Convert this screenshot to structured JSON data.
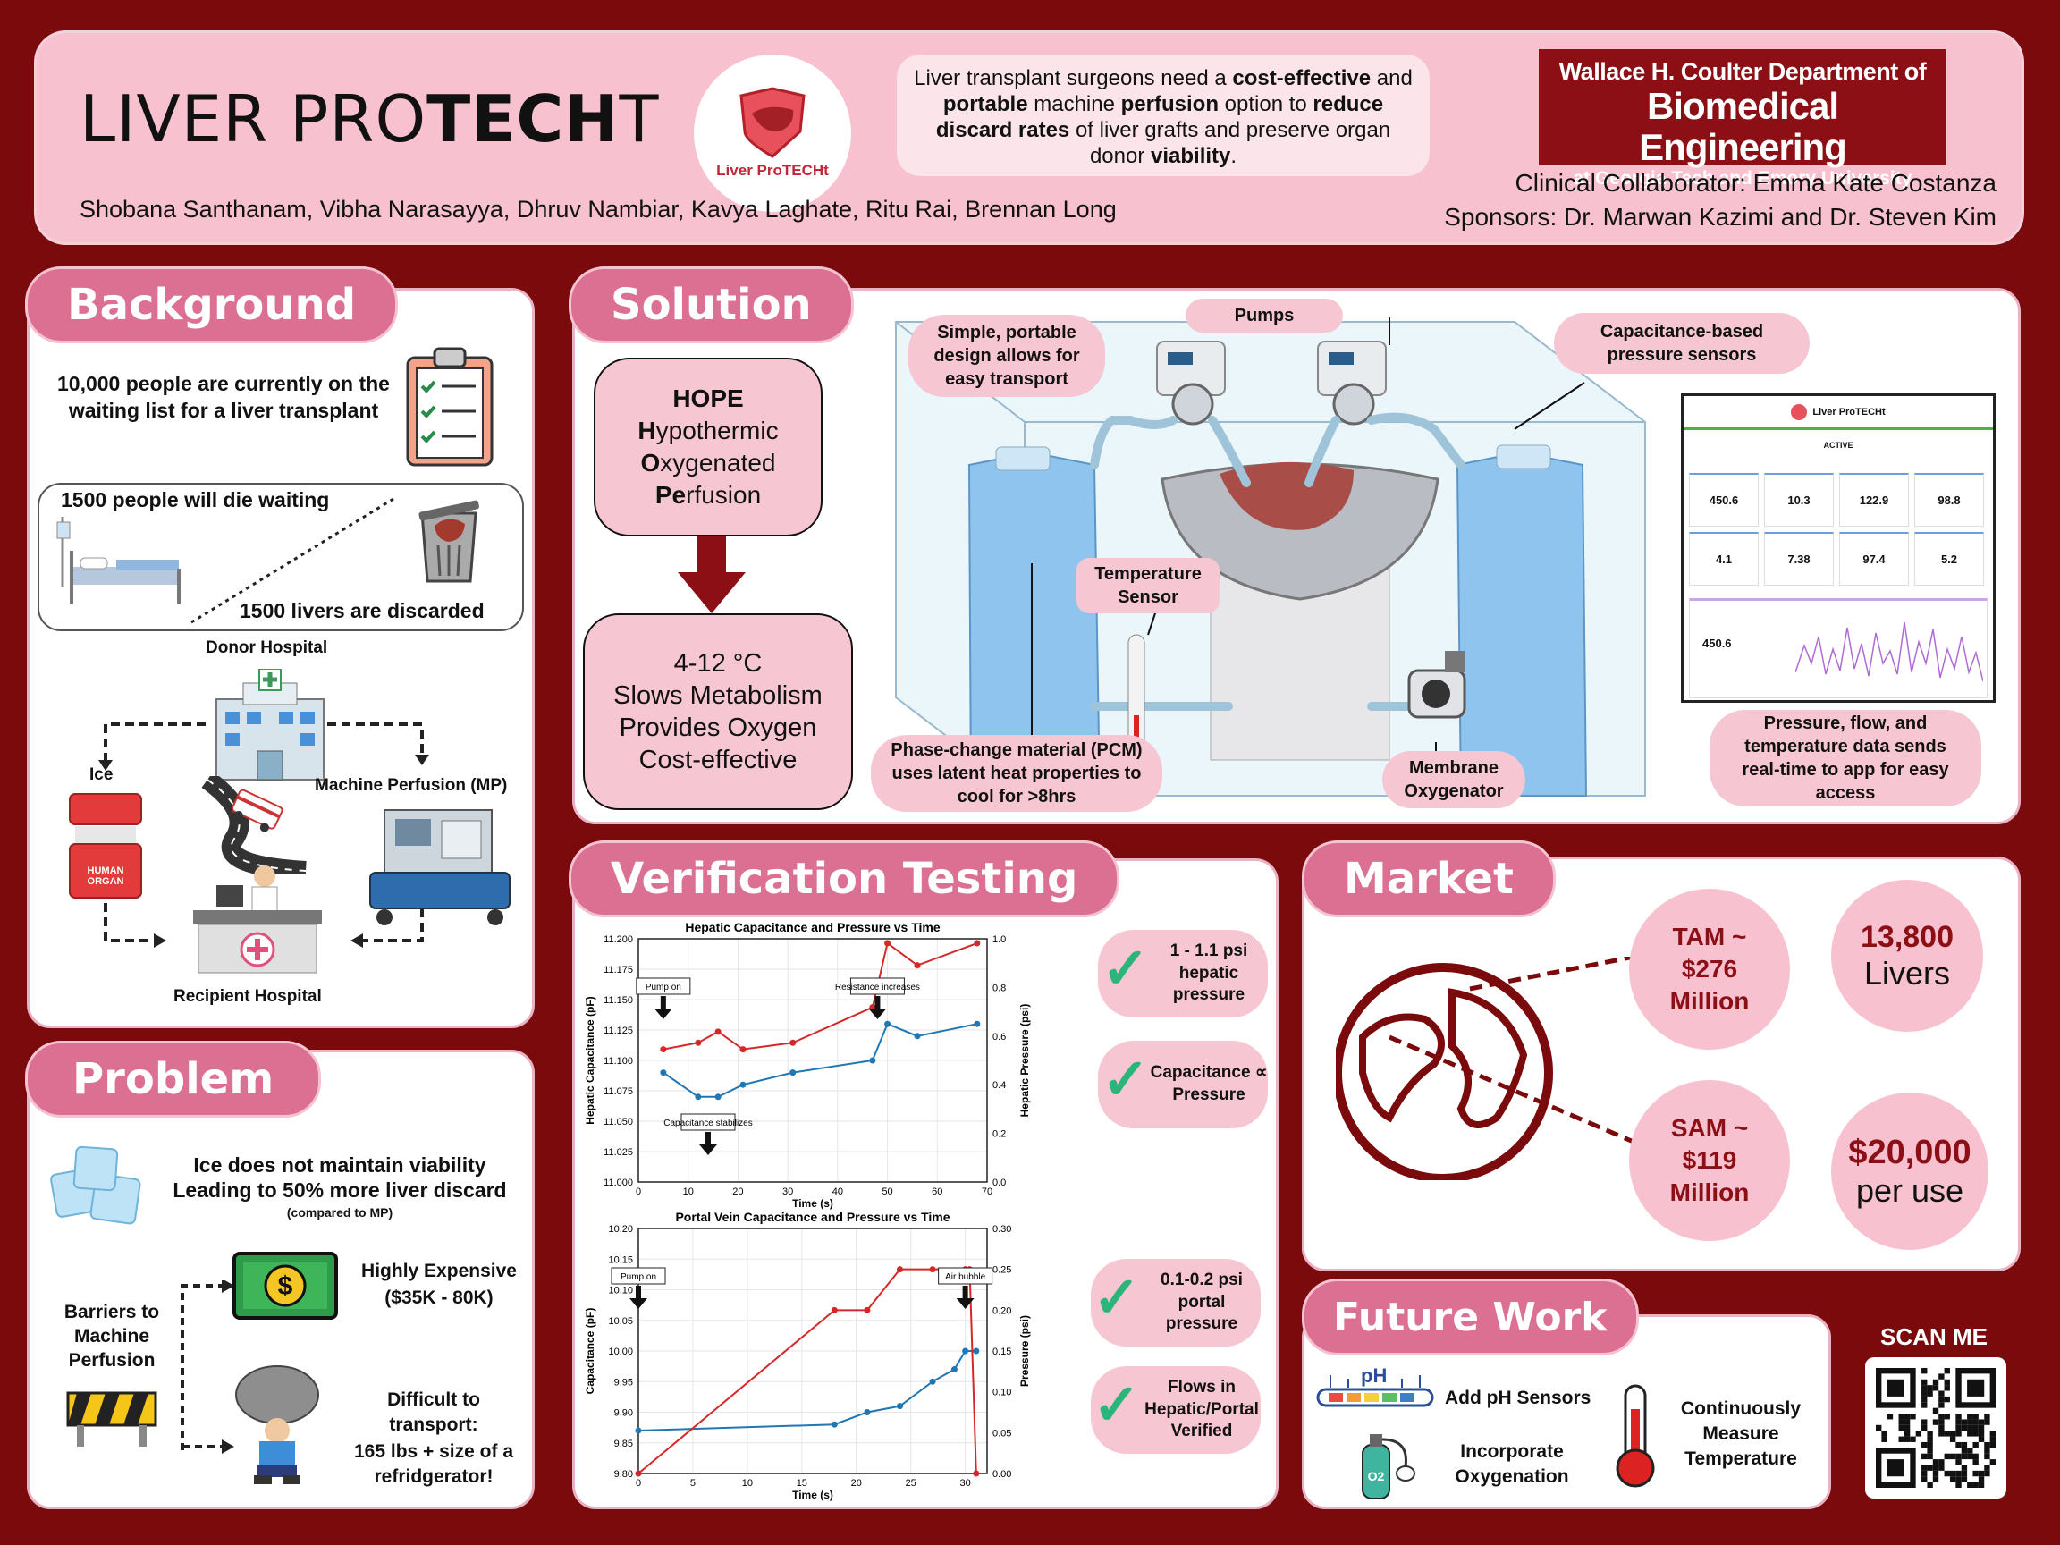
{
  "header": {
    "title_a": "LIVER PRO",
    "title_b": "TECH",
    "title_c": "T",
    "logo_text": "Liver ProTECHt",
    "problem_line": [
      "Liver transplant surgeons need a ",
      "cost-effective",
      " and ",
      "portable",
      " machine ",
      "perfusion",
      " option to ",
      "reduce discard rates",
      " of liver grafts and preserve organ donor ",
      "viability",
      "."
    ],
    "dept_1": "Wallace H. Coulter Department of",
    "dept_2": "Biomedical Engineering",
    "dept_3": "at Georgia Tech and Emory University",
    "authors": "Shobana Santhanam, Vibha Narasayya, Dhruv Nambiar, Kavya Laghate, Ritu Rai, Brennan Long",
    "collaborator": "Clinical Collaborator: Emma Kate Costanza",
    "sponsors": "Sponsors: Dr. Marwan Kazimi and Dr. Steven Kim"
  },
  "background": {
    "tab": "Background",
    "fact1": "10,000 people are currently on the waiting list for a liver transplant",
    "fact2": "1500 people will die waiting",
    "fact3": "1500 livers are discarded",
    "donor": "Donor Hospital",
    "ice": "Ice",
    "mp": "Machine Perfusion (MP)",
    "recipient": "Recipient Hospital",
    "box_label": "HUMAN ORGAN"
  },
  "problem": {
    "tab": "Problem",
    "line1": "Ice does not maintain viability",
    "line2": "Leading to 50% more liver discard",
    "line3": "(compared to MP)",
    "barriers": "Barriers to Machine Perfusion",
    "cost_a": "Highly Expensive",
    "cost_b": "($35K - 80K)",
    "transport_a": "Difficult to transport:",
    "transport_b": "165 lbs + size of a refridgerator!"
  },
  "solution": {
    "tab": "Solution",
    "hope_title": "HOPE",
    "hope_lines": [
      [
        "H",
        "ypothermic"
      ],
      [
        "O",
        "xygenated"
      ],
      [
        "Pe",
        "rfusion"
      ]
    ],
    "props": [
      "4-12 °C",
      "Slows Metabolism",
      "Provides Oxygen",
      "Cost-effective"
    ],
    "pumps": "Pumps",
    "portable": "Simple, portable design allows for easy transport",
    "capacitance": "Capacitance-based pressure sensors",
    "temp": "Temperature Sensor",
    "pcm": "Phase-change material (PCM) uses latent heat properties to cool for >8hrs",
    "oxygenator": "Membrane Oxygenator",
    "app_note": "Pressure, flow, and temperature data sends real-time to app for easy access",
    "app": {
      "name": "Liver ProTECHt",
      "status": "ACTIVE",
      "tiles": [
        "450.6",
        "10.3",
        "122.9",
        "98.8",
        "4.1",
        "7.38",
        "97.4",
        "5.2"
      ],
      "chart_val": "450.6"
    }
  },
  "verification": {
    "tab": "Verification Testing",
    "check1": "1 - 1.1 psi hepatic pressure",
    "check2": "Capacitance ∝ Pressure",
    "check3": "0.1-0.2 psi portal pressure",
    "check4": "Flows in Hepatic/Portal Verified"
  },
  "chart_data": [
    {
      "type": "line",
      "title": "Hepatic Capacitance and Pressure vs Time",
      "xlabel": "Time (s)",
      "ylabel": "Hepatic Capacitance (pF)",
      "y2label": "Hepatic Pressure (psi)",
      "xlim": [
        0,
        70
      ],
      "ylim": [
        11.0,
        11.2
      ],
      "y2lim": [
        0,
        1.1
      ],
      "xticks": [
        0,
        10,
        20,
        30,
        40,
        50,
        60,
        70
      ],
      "yticks": [
        "11.000",
        "11.025",
        "11.050",
        "11.075",
        "11.100",
        "11.125",
        "11.150",
        "11.175",
        "11.200"
      ],
      "y2ticks": [
        "0.0",
        "0.2",
        "0.4",
        "0.6",
        "0.8",
        "1.0"
      ],
      "series": [
        {
          "color": "#1f77b4",
          "axis": "left",
          "x": [
            5,
            12,
            16,
            21,
            31,
            47,
            50,
            56,
            68
          ],
          "values": [
            11.09,
            11.07,
            11.07,
            11.08,
            11.09,
            11.1,
            11.13,
            11.12,
            11.13
          ]
        },
        {
          "color": "#d62728",
          "axis": "right",
          "x": [
            5,
            12,
            16,
            21,
            31,
            47,
            50,
            56,
            68
          ],
          "values": [
            0.6,
            0.63,
            0.68,
            0.6,
            0.63,
            0.79,
            1.08,
            0.98,
            1.08
          ]
        }
      ],
      "annotations": [
        {
          "text": "Pump on",
          "x": 5
        },
        {
          "text": "Capacitance stabilizes",
          "x": 14
        },
        {
          "text": "Resistance increases",
          "x": 48
        }
      ]
    },
    {
      "type": "line",
      "title": "Portal Vein Capacitance and Pressure vs Time",
      "xlabel": "Time (s)",
      "ylabel": "Capacitance (pF)",
      "y2label": "Pressure (psi)",
      "xlim": [
        0,
        32
      ],
      "ylim": [
        9.8,
        10.2
      ],
      "y2lim": [
        0,
        0.3
      ],
      "xticks": [
        0,
        5,
        10,
        15,
        20,
        25,
        30
      ],
      "yticks": [
        "9.80",
        "9.85",
        "9.90",
        "9.95",
        "10.00",
        "10.05",
        "10.10",
        "10.15",
        "10.20"
      ],
      "y2ticks": [
        "0.00",
        "0.05",
        "0.10",
        "0.15",
        "0.20",
        "0.25",
        "0.30"
      ],
      "series": [
        {
          "color": "#1f77b4",
          "axis": "left",
          "x": [
            0,
            18,
            21,
            24,
            27,
            29,
            30,
            31
          ],
          "values": [
            9.87,
            9.88,
            9.9,
            9.91,
            9.95,
            9.97,
            10.0,
            10.0
          ]
        },
        {
          "color": "#d62728",
          "axis": "right",
          "x": [
            0,
            18,
            21,
            24,
            27,
            30,
            30.4,
            31
          ],
          "values": [
            0.0,
            0.2,
            0.2,
            0.25,
            0.25,
            0.25,
            0.25,
            0.0
          ]
        }
      ],
      "annotations": [
        {
          "text": "Pump on",
          "x": 0
        },
        {
          "text": "Air bubble",
          "x": 30
        }
      ]
    }
  ],
  "market": {
    "tab": "Market",
    "tam": "TAM ~ $276 Million",
    "sam": "SAM ~ $119 Million",
    "livers_a": "13,800",
    "livers_b": "Livers",
    "price_a": "$20,000",
    "price_b": "per use"
  },
  "future": {
    "tab": "Future Work",
    "ph_label": "pH",
    "ph": "Add pH Sensors",
    "oxy": "Incorporate Oxygenation",
    "temp": "Continuously Measure Temperature",
    "scan": "SCAN ME"
  }
}
